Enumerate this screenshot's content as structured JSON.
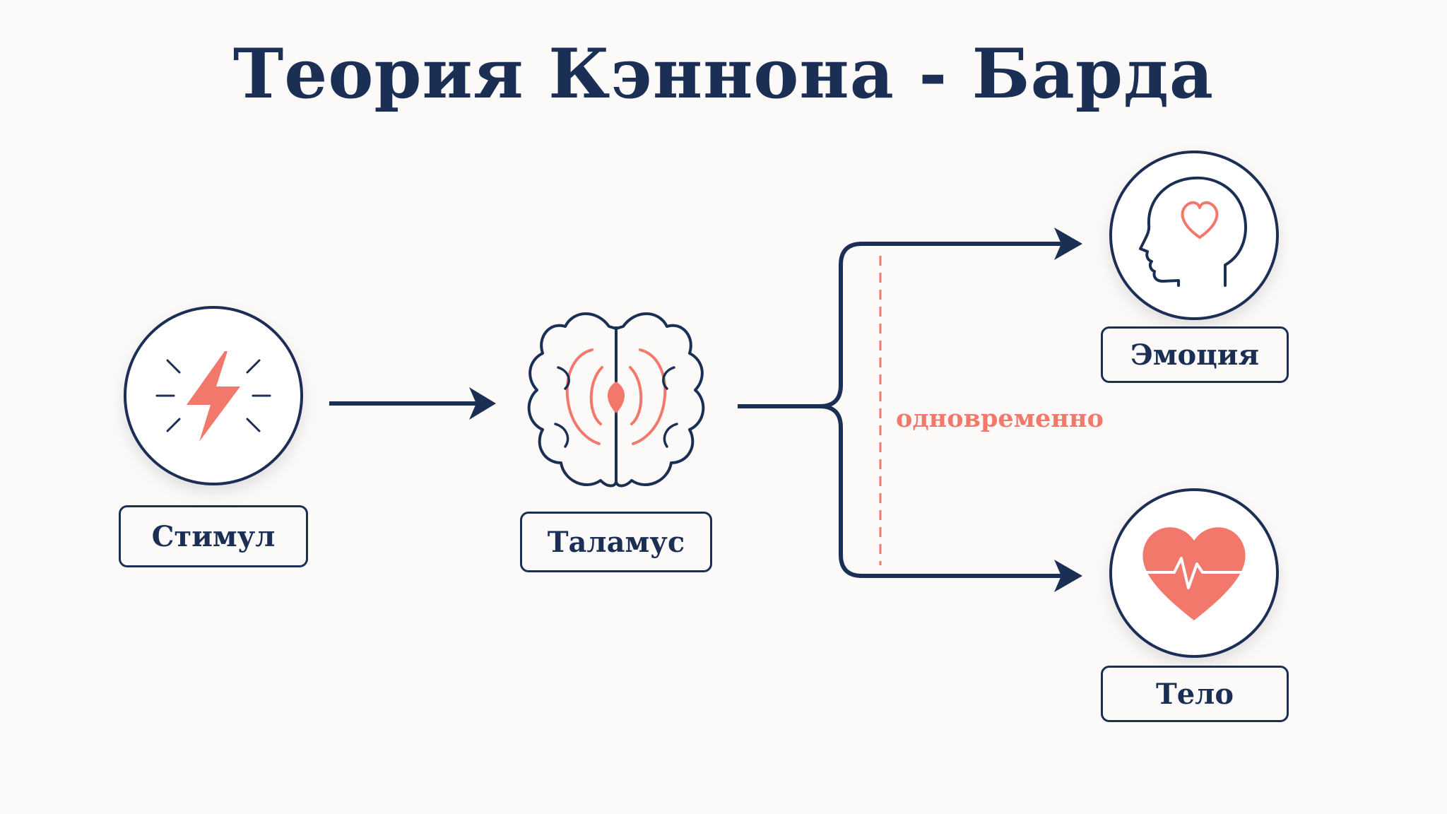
{
  "title": "Теория Кэннона - Барда",
  "nodes": {
    "stimulus": {
      "label": "Стимул",
      "icon": "lightning-bolt-icon"
    },
    "thalamus": {
      "label": "Таламус",
      "icon": "brain-icon"
    },
    "emotion": {
      "label": "Эмоция",
      "icon": "head-with-heart-icon"
    },
    "body": {
      "label": "Тело",
      "icon": "heart-pulse-icon"
    }
  },
  "simultaneous_label": "одновременно",
  "colors": {
    "navy": "#1b2f55",
    "coral": "#f2786b",
    "background": "#fbfaf8"
  }
}
